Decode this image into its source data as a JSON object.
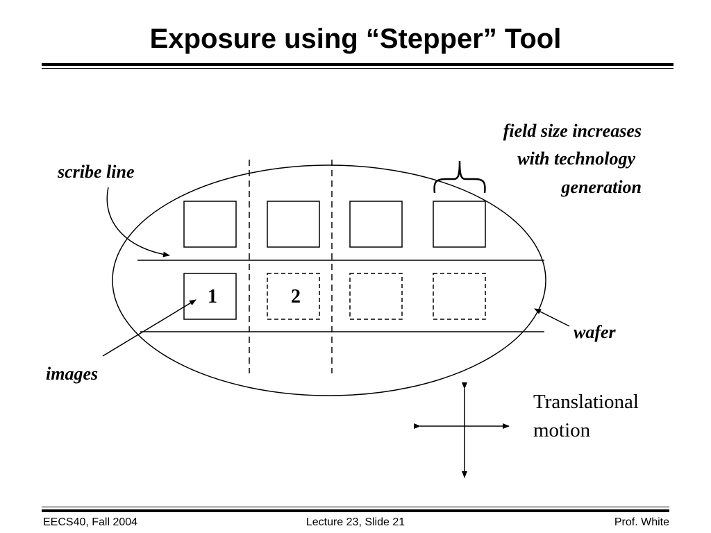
{
  "slide": {
    "title": "Exposure using “Stepper” Tool"
  },
  "diagram": {
    "labels": {
      "scribe_line": "scribe line",
      "field_size_line1": "field size increases",
      "field_size_line2": "with technology",
      "field_size_line3": "generation",
      "wafer": "wafer",
      "images": "images",
      "translational_line1": "Translational",
      "translational_line2": "motion"
    },
    "image_numbers": [
      "1",
      "2"
    ]
  },
  "footer": {
    "course": "EECS40, Fall 2004",
    "lecture": "Lecture 23, Slide 21",
    "author": "Prof. White"
  }
}
